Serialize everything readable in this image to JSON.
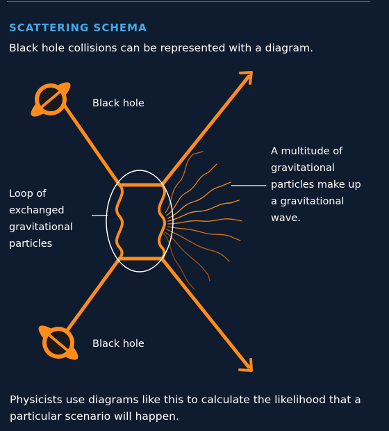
{
  "section_label": "SCATTERING SCHEMA",
  "intro": "Black hole collisions can be represented with a diagram.",
  "labels": {
    "top_black_hole": "Black hole",
    "bottom_black_hole": "Black hole",
    "loop_label": [
      "Loop of",
      "exchanged",
      "gravitational",
      "particles"
    ],
    "wave_label": [
      "A multitude of",
      "gravitational",
      "particles make up",
      "a gravitational",
      "wave."
    ]
  },
  "caption": "Physicists use diagrams like this to calculate the likelihood that a particular scenario will happen.",
  "colors": {
    "background": "#0f1b2e",
    "accent_orange": "#ff8c1a",
    "heading_blue": "#43a8e8",
    "text": "#ffffff"
  }
}
